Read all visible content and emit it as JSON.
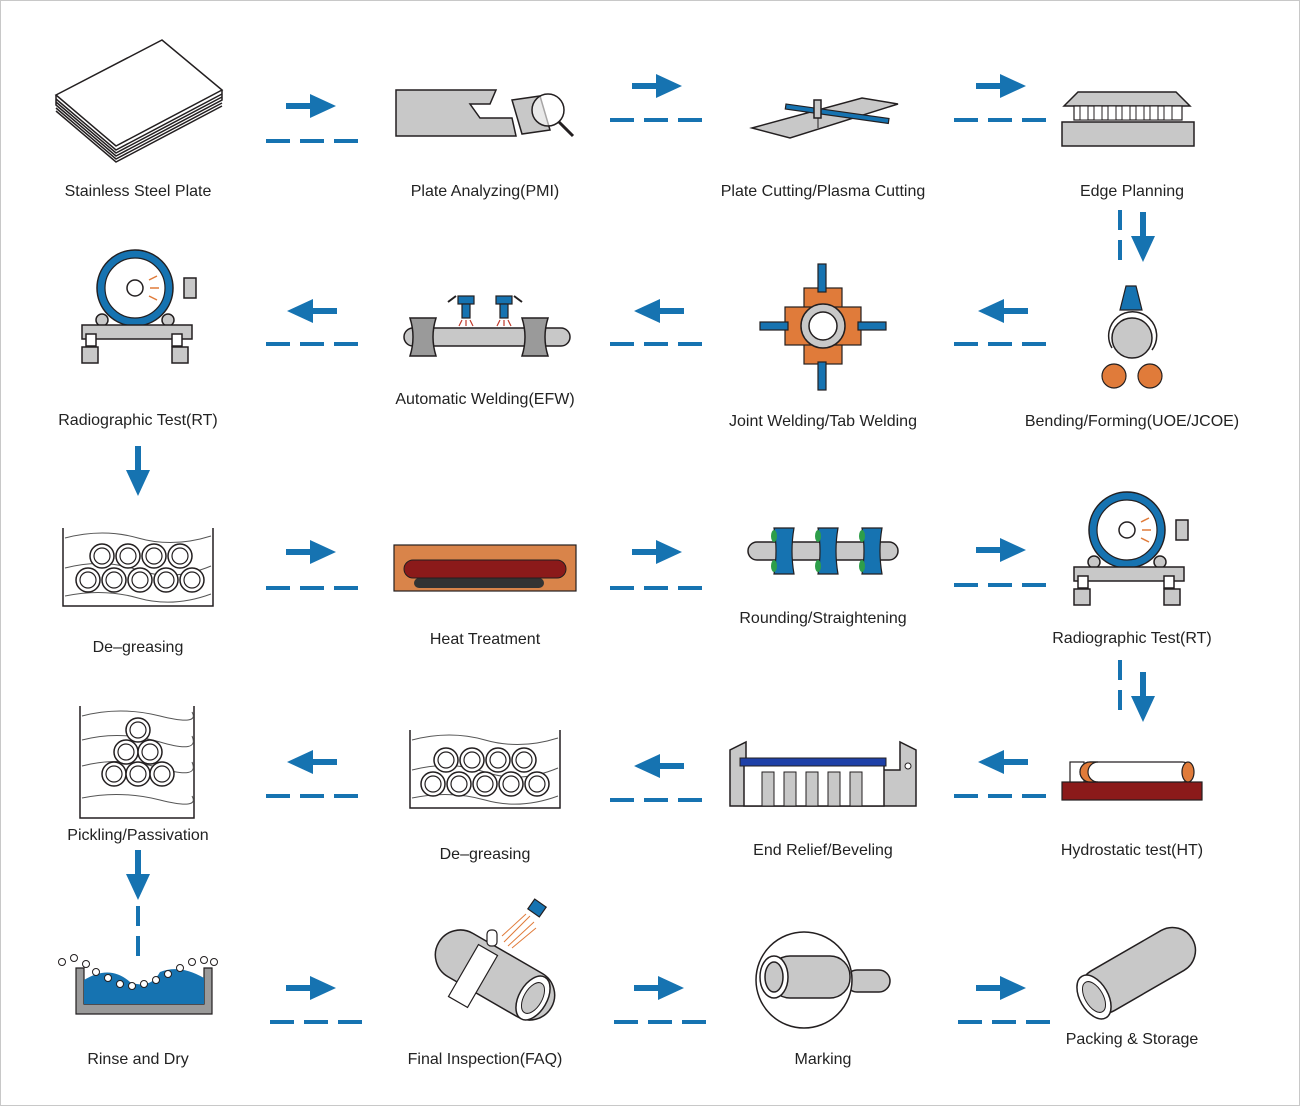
{
  "colors": {
    "accent": "#1673b1",
    "orange": "#e07b3a",
    "dark_red": "#8b1a1a",
    "metal": "#c8c8c8"
  },
  "steps": [
    {
      "label": "Stainless Steel Plate"
    },
    {
      "label": "Plate Analyzing(PMI)"
    },
    {
      "label": "Plate Cutting/Plasma Cutting"
    },
    {
      "label": "Edge Planning"
    },
    {
      "label": "Bending/Forming(UOE/JCOE)"
    },
    {
      "label": "Joint Welding/Tab Welding"
    },
    {
      "label": "Automatic Welding(EFW)"
    },
    {
      "label": "Radiographic Test(RT)"
    },
    {
      "label": "De–greasing"
    },
    {
      "label": "Heat Treatment"
    },
    {
      "label": "Rounding/Straightening"
    },
    {
      "label": "Radiographic Test(RT)"
    },
    {
      "label": "Hydrostatic test(HT)"
    },
    {
      "label": "End Relief/Beveling"
    },
    {
      "label": "De–greasing"
    },
    {
      "label": "Pickling/Passivation"
    },
    {
      "label": "Rinse and Dry"
    },
    {
      "label": "Final Inspection(FAQ)"
    },
    {
      "label": "Marking"
    },
    {
      "label": "Packing & Storage"
    }
  ]
}
